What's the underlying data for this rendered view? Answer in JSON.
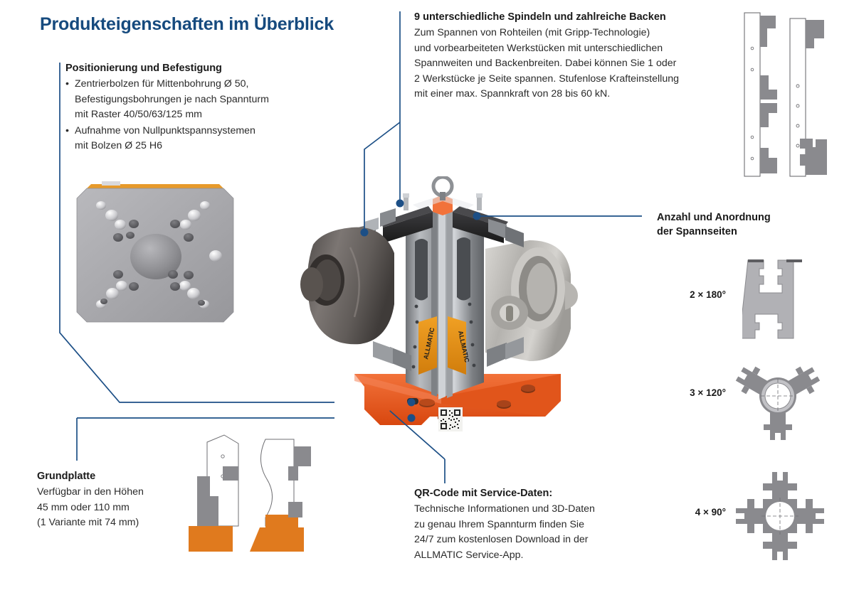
{
  "page": {
    "title": "Produkteigenschaften im Überblick",
    "accent_color": "#164a7e",
    "leader_color": "#1c4f86",
    "orange": "#ea5b1c",
    "steel": "#9a9a9e"
  },
  "blocks": {
    "positioning": {
      "heading": "Positionierung und Befestigung",
      "bullets": [
        [
          "Zentrierbolzen für Mittenbohrung Ø 50,",
          "Befestigungsbohrungen je nach Spannturm",
          "mit Raster 40/50/63/125 mm"
        ],
        [
          "Aufnahme von Nullpunktspannsystemen",
          "mit Bolzen Ø 25 H6"
        ]
      ]
    },
    "spindles": {
      "heading": "9 unterschiedliche Spindeln und zahlreiche Backen",
      "lines": [
        "Zum Spannen von Rohteilen (mit Gripp-Technologie)",
        "und vorbearbeiteten Werkstücken mit unterschiedlichen",
        "Spannweiten und Backenbreiten. Dabei können Sie 1 oder",
        "2 Werkstücke je Seite spannen. Stufenlose Krafteinstellung",
        "mit einer max. Spannkraft von 28 bis 60 kN."
      ]
    },
    "baseplate": {
      "heading": "Grundplatte",
      "lines": [
        "Verfügbar in den Höhen",
        "45 mm oder 110 mm",
        "(1 Variante mit 74 mm)"
      ]
    },
    "qrcode": {
      "heading": "QR-Code mit Service-Daten:",
      "lines": [
        "Technische Informationen und 3D-Daten",
        "zu genau Ihrem Spannturm finden Sie",
        "24/7 zum kostenlosen Download in der",
        "ALLMATIC Service-App."
      ]
    },
    "clamping_sides": {
      "heading_line1": "Anzahl und Anordnung",
      "heading_line2": "der Spannseiten",
      "variants": [
        {
          "label": "2 × 180°",
          "shape": "h-profile"
        },
        {
          "label": "3 × 120°",
          "shape": "tri-star"
        },
        {
          "label": "4 × 90°",
          "shape": "quad-cross"
        }
      ]
    }
  },
  "artwork": {
    "baseplate_image": "base-plate-photo",
    "tower_image": "clamping-tower-photo",
    "rail_drawings": "jaw-rail-side-views",
    "bottom_drawing": "base-plate-height-variants",
    "brand_text": "ALLMATIC"
  }
}
